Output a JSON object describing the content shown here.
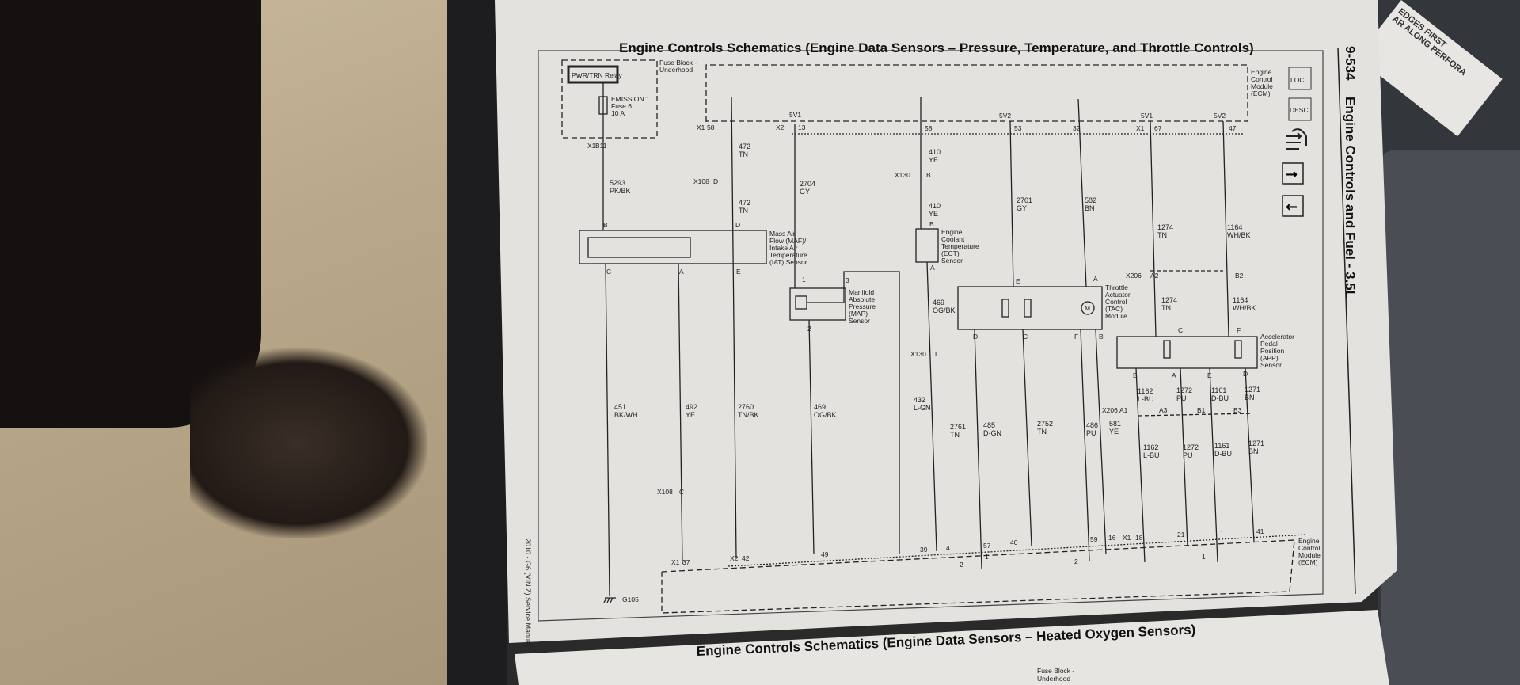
{
  "page": {
    "title": "Engine Controls Schematics (Engine Data Sensors – Pressure, Temperature, and Throttle Controls)",
    "page_number": "9-534",
    "section": "Engine Controls and Fuel - 3.5L",
    "footer": "2010 - G6 (VIN Z) Service Manual",
    "next_page_title": "Engine Controls Schematics (Engine Data Sensors – Heated Oxygen Sensors)",
    "next_page_fuse_label": [
      "Fuse Block -",
      "Underhood"
    ],
    "sticker": [
      "EDGES FIRST",
      "AR ALONG PERFORA"
    ]
  },
  "nav_icons": {
    "loc": "LOC",
    "desc": "DESC",
    "connector": "connector-icon",
    "next": "→",
    "prev": "←"
  },
  "components": {
    "relay": "PWR/TRN Relay",
    "fuse_block": [
      "Fuse Block -",
      "Underhood"
    ],
    "fuse": [
      "EMISSION 1",
      "Fuse 6",
      "10 A"
    ],
    "maf": [
      "Mass Air",
      "Flow (MAF)/",
      "Intake Air",
      "Temperature",
      "(IAT) Sensor"
    ],
    "map": [
      "Manifold",
      "Absolute",
      "Pressure",
      "(MAP)",
      "Sensor"
    ],
    "ect": [
      "Engine",
      "Coolant",
      "Temperature",
      "(ECT)",
      "Sensor"
    ],
    "tac": [
      "Throttle",
      "Actuator",
      "Control",
      "(TAC)",
      "Module"
    ],
    "app": [
      "Accelerator",
      "Pedal",
      "Position",
      "(APP)",
      "Sensor"
    ],
    "ecm_top": [
      "Engine",
      "Control",
      "Module",
      "(ECM)"
    ],
    "ecm_bottom": [
      "Engine",
      "Control",
      "Module",
      "(ECM)"
    ],
    "motor": "M",
    "ground": "G105"
  },
  "wires": [
    {
      "circuit": "5293",
      "color": "PK/BK"
    },
    {
      "circuit": "472",
      "color": "TN"
    },
    {
      "circuit": "472",
      "color": "TN"
    },
    {
      "circuit": "2704",
      "color": "GY"
    },
    {
      "circuit": "410",
      "color": "YE"
    },
    {
      "circuit": "410",
      "color": "YE"
    },
    {
      "circuit": "2701",
      "color": "GY"
    },
    {
      "circuit": "582",
      "color": "BN"
    },
    {
      "circuit": "1274",
      "color": "TN"
    },
    {
      "circuit": "1164",
      "color": "WH/BK"
    },
    {
      "circuit": "1274",
      "color": "TN"
    },
    {
      "circuit": "1164",
      "color": "WH/BK"
    },
    {
      "circuit": "469",
      "color": "OG/BK"
    },
    {
      "circuit": "451",
      "color": "BK/WH"
    },
    {
      "circuit": "492",
      "color": "YE"
    },
    {
      "circuit": "2760",
      "color": "TN/BK"
    },
    {
      "circuit": "469",
      "color": "OG/BK"
    },
    {
      "circuit": "432",
      "color": "L-GN"
    },
    {
      "circuit": "2761",
      "color": "TN"
    },
    {
      "circuit": "485",
      "color": "D-GN"
    },
    {
      "circuit": "2752",
      "color": "TN"
    },
    {
      "circuit": "486",
      "color": "PU"
    },
    {
      "circuit": "581",
      "color": "YE"
    },
    {
      "circuit": "1162",
      "color": "L-BU"
    },
    {
      "circuit": "1272",
      "color": "PU"
    },
    {
      "circuit": "1161",
      "color": "D-BU"
    },
    {
      "circuit": "1271",
      "color": "BN"
    },
    {
      "circuit": "1162",
      "color": "L-BU"
    },
    {
      "circuit": "1272",
      "color": "PU"
    },
    {
      "circuit": "1161",
      "color": "D-BU"
    },
    {
      "circuit": "1271",
      "color": "BN"
    }
  ],
  "pins": [
    "X1",
    "B11",
    "X1",
    "58",
    "5V1",
    "X2",
    "13",
    "58",
    "5V2",
    "53",
    "32",
    "5V1",
    "X1",
    "67",
    "5V2",
    "47",
    "X108",
    "D",
    "X130",
    "B",
    "B",
    "D",
    "C",
    "A",
    "E",
    "1",
    "3",
    "2",
    "B",
    "A",
    "E",
    "A",
    "D",
    "C",
    "F",
    "B",
    "X130",
    "L",
    "X206",
    "A2",
    "B2",
    "C",
    "F",
    "B",
    "A",
    "E",
    "D",
    "X206",
    "A1",
    "A3",
    "B1",
    "B3",
    "X108",
    "C",
    "X1",
    "37",
    "X2",
    "42",
    "49",
    "39",
    "4",
    "57",
    "40",
    "59",
    "16",
    "X1",
    "18",
    "21",
    "1",
    "41",
    "2",
    "2",
    "1",
    "1"
  ]
}
